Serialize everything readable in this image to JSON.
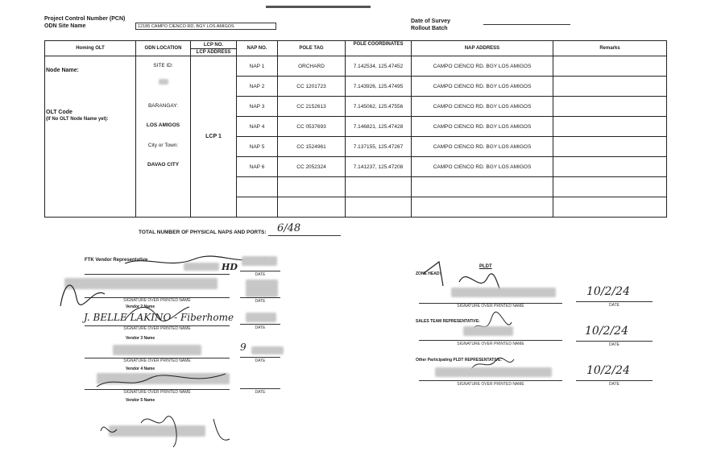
{
  "header": {
    "pcn_label": "Project Control Number (PCN)",
    "odn_site_label": "ODN Site Name",
    "odn_site_value": "12185 CAMPO CIENCO RD, BGY LOS AMIGOS",
    "date_survey_label": "Date of Survey",
    "rollout_batch_label": "Rollout Batch"
  },
  "table": {
    "headers": {
      "homing_olt": "Homing OLT",
      "odn_location": "ODN LOCATION",
      "lcp_no": "LCP NO.",
      "lcp_address": "LCP ADDRESS",
      "nap_no": "NAP NO.",
      "pole_tag": "POLE TAG",
      "pole_coordinates": "POLE COORDINATES",
      "nap_address": "NAP ADDRESS",
      "remarks": "Remarks"
    },
    "left": {
      "node_name": "Node Name:",
      "olt_code": "OLT Code",
      "olt_note": "(If No OLT Node Name yet):"
    },
    "odn": {
      "site_id_label": "SITE ID:",
      "barangay_label": "BARANGAY:",
      "barangay_value": "LOS AMIGOS",
      "city_label": "City or Town:",
      "city_value": "DAVAO CITY"
    },
    "lcp": "LCP 1",
    "rows": [
      {
        "nap": "NAP 1",
        "pole_tag": "ORCHARD",
        "coords": "7.142534, 125.47452",
        "address": "CAMPO CIENCO RD. BGY LOS AMIGOS"
      },
      {
        "nap": "NAP 2",
        "pole_tag": "CC 1201723",
        "coords": "7.143926, 125.47495",
        "address": "CAMPO CIENCO RD. BGY LOS AMIGOS"
      },
      {
        "nap": "NAP 3",
        "pole_tag": "CC 2152613",
        "coords": "7.145062, 125.47556",
        "address": "CAMPO CIENCO RD. BGY LOS AMIGOS"
      },
      {
        "nap": "NAP 4",
        "pole_tag": "CC 0537693",
        "coords": "7.146821, 125.47428",
        "address": "CAMPO CIENCO RD. BGY LOS AMIGOS"
      },
      {
        "nap": "NAP 5",
        "pole_tag": "CC 1524961",
        "coords": "7.137155, 125.47267",
        "address": "CAMPO CIENCO RD. BGY LOS AMIGOS"
      },
      {
        "nap": "NAP 6",
        "pole_tag": "CC 2052324",
        "coords": "7.141237, 125.47208",
        "address": "CAMPO CIENCO RD. BGY LOS AMIGOS"
      }
    ]
  },
  "totals": {
    "label": "TOTAL NUMBER OF PHYSICAL NAPS AND PORTS:",
    "value": "6/48"
  },
  "vendor": {
    "title": "FTK Vendor Representative",
    "date_label": "DATE",
    "sig_caption": "SIGNATURE OVER PRINTED NAME",
    "vendor2_label": "Vendor 2 Name",
    "vendor2_sig": "J. BELLE LAKINO - Fiberhome",
    "vendor3_label": "Vendor 3 Name",
    "vendor4_label": "Vendor 4 Name",
    "vendor5_label": "Vendor 5 Name"
  },
  "pldt": {
    "title": "PLDT",
    "zone_head_label": "ZONE HEAD:",
    "sales_team_label": "SALES TEAM REPRESENTATIVE:",
    "other_label": "Other Participating  PLDT REPRESENTATIVE:",
    "sig_caption": "SIGNATURE OVER PRINTED NAME",
    "date_label": "DATE",
    "date1": "10/2/24",
    "date2": "10/2/24",
    "date3": "10/2/24"
  }
}
